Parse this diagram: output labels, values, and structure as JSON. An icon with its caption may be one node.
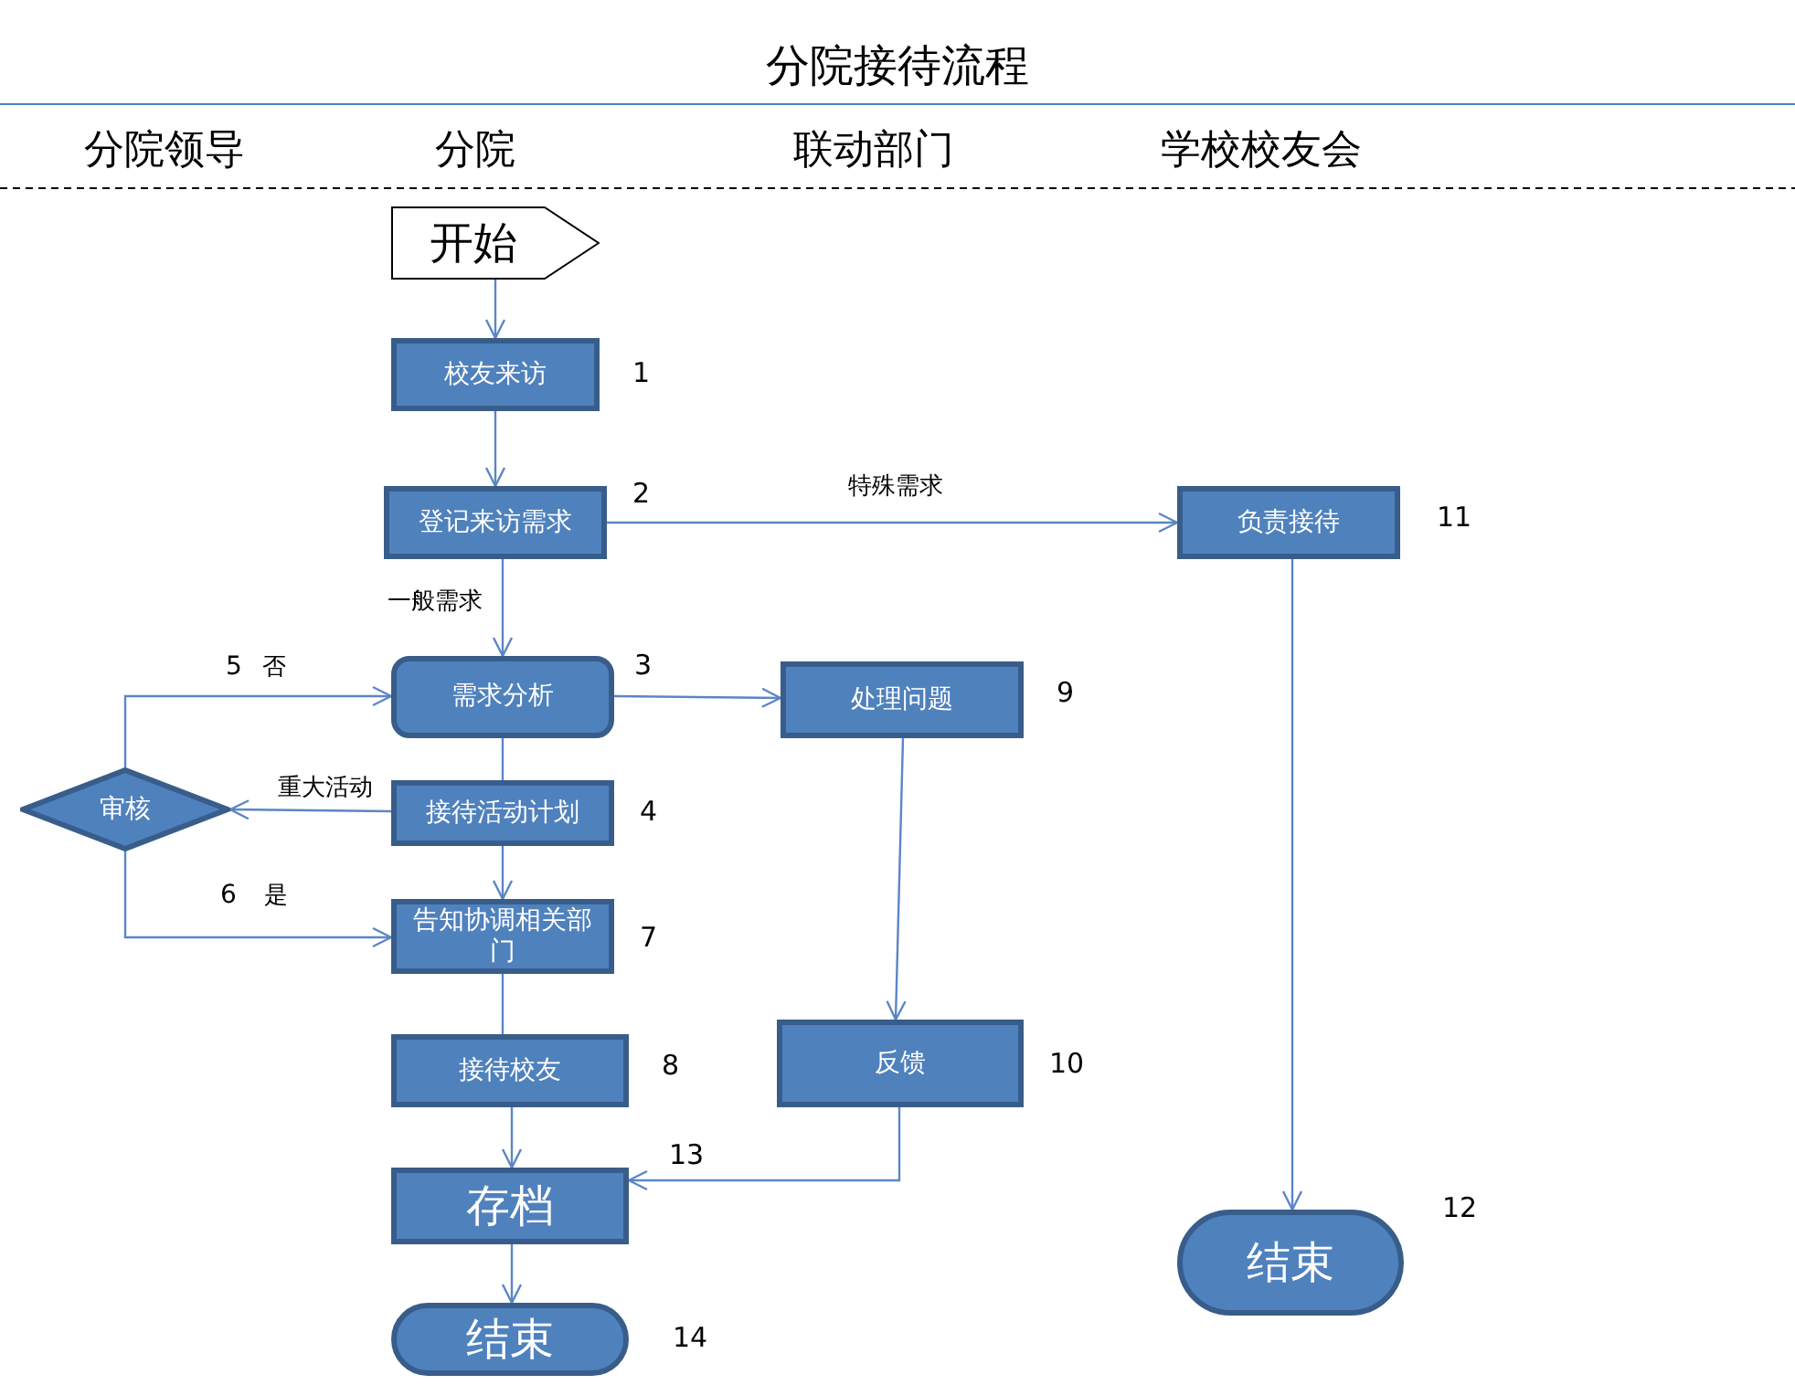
{
  "diagram": {
    "title": "分院接待流程",
    "nodes": [
      {
        "text": [
          "开始"
        ]
      },
      {
        "text": [
          "校友来访"
        ],
        "beside": [
          "1"
        ]
      },
      {
        "text": [
          "登记来访需求"
        ],
        "beside": [
          "2"
        ]
      },
      {
        "text": [
          "负责接待"
        ],
        "beside": [
          "11"
        ]
      },
      {
        "text": [
          "需求分析"
        ],
        "beside": [
          "3"
        ]
      },
      {
        "text": [
          "处理问题"
        ],
        "beside": [
          "9"
        ]
      },
      {
        "text": [
          "审核"
        ]
      },
      {
        "text": [
          "接待活动计划"
        ],
        "beside": [
          "4"
        ]
      },
      {
        "text": [
          "告知协调相关部门"
        ],
        "beside": [
          "7"
        ]
      },
      {
        "text": [
          "接待校友"
        ],
        "beside": [
          "8"
        ]
      },
      {
        "text": [
          "反馈"
        ],
        "beside": [
          "10"
        ]
      },
      {
        "text": [
          "存档"
        ],
        "beside": [
          "13"
        ]
      },
      {
        "text": [
          "结束"
        ],
        "beside": [
          "12"
        ]
      },
      {
        "text": [
          "结束"
        ],
        "beside": [
          "14"
        ]
      }
    ],
    "edges": [
      {
        "from": 0,
        "to": 1,
        "arrow": "to"
      },
      {
        "from": 1,
        "to": 2,
        "arrow": "to"
      },
      {
        "from": 2,
        "to": 3,
        "arrow": "to",
        "label": "特殊需求"
      },
      {
        "from": 2,
        "to": 4,
        "arrow": "to",
        "label": "一般需求"
      },
      {
        "from": 4,
        "to": 5,
        "arrow": "to"
      },
      {
        "from": 4,
        "to": 7,
        "arrow": "none"
      },
      {
        "from": 7,
        "to": 6,
        "arrow": "to",
        "label": "重大活动"
      },
      {
        "from": 6,
        "to": 4,
        "arrow": "to",
        "label": "否"
      },
      {
        "from": 6,
        "to": 8,
        "arrow": "to",
        "label": "是"
      },
      {
        "from": 7,
        "to": 8,
        "arrow": "to"
      },
      {
        "from": 8,
        "to": 9,
        "arrow": "none"
      },
      {
        "from": 9,
        "to": 11,
        "arrow": "to"
      },
      {
        "from": 10,
        "to": 11,
        "arrow": "to"
      },
      {
        "from": 5,
        "to": 10,
        "arrow": "to"
      },
      {
        "from": 3,
        "to": 12,
        "arrow": "to"
      },
      {
        "from": 11,
        "to": 13,
        "arrow": "to"
      }
    ],
    "labels": [
      "分院领导",
      "分院",
      "联动部门",
      "学校校友会",
      "5",
      "6"
    ]
  }
}
